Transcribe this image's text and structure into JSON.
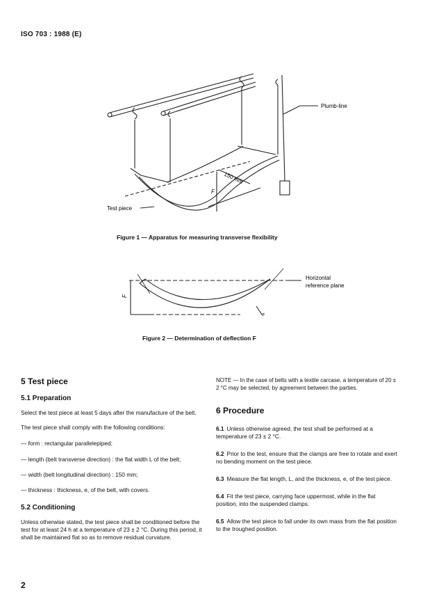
{
  "header": "ISO 703 : 1988 (E)",
  "figure1": {
    "caption": "Figure 1 — Apparatus for measuring transverse flexibility",
    "label_plumb": "Plumb-line",
    "label_test_piece": "Test piece",
    "label_150": "150 mm",
    "label_F": "F"
  },
  "figure2": {
    "caption": "Figure 2 — Determination of deflection F",
    "label_horizontal": "Horizontal",
    "label_reference": "reference plane",
    "label_F": "F",
    "label_e": "e"
  },
  "left": {
    "s5_title": "5   Test piece",
    "s51_title": "5.1   Preparation",
    "s51_p1": "Select the test piece at least 5 days after the manufacture of the belt.",
    "s51_p2": "The test piece shall comply with the following conditions:",
    "list": [
      "—   form : rectangular parallelepiped;",
      "—   length (belt transverse direction) : the flat width L of the belt;",
      "—   width (belt longitudinal direction) : 150 mm;",
      "—   thickness : thickness, e, of the belt, with covers."
    ],
    "s52_title": "5.2   Conditioning",
    "s52_p1": "Unless otherwise stated, the test piece shall be conditioned before the test for at least 24 h at a temperature of 23 ± 2 °C. During this period, it shall be maintained flat so as to remove residual curvature."
  },
  "right": {
    "note": "NOTE — In the case of belts with a textile carcase, a temperature of 20 ± 2 °C may be selected, by agreement between the parties.",
    "s6_title": "6   Procedure",
    "items": [
      {
        "num": "6.1",
        "text": "Unless otherwise agreed, the test shall be performed at a temperature of 23 ± 2 °C."
      },
      {
        "num": "6.2",
        "text": "Prior to the test, ensure that the clamps are free to rotate and exert no bending moment on the test piece."
      },
      {
        "num": "6.3",
        "text": "Measure the flat length, L, and the thickness, e, of the test piece."
      },
      {
        "num": "6.4",
        "text": "Fit the test piece, carrying face uppermost, while in the flat position, into the suspended clamps."
      },
      {
        "num": "6.5",
        "text": "Allow the test piece to fall under its own mass from the flat position to the troughed position."
      }
    ]
  },
  "page_number": "2"
}
